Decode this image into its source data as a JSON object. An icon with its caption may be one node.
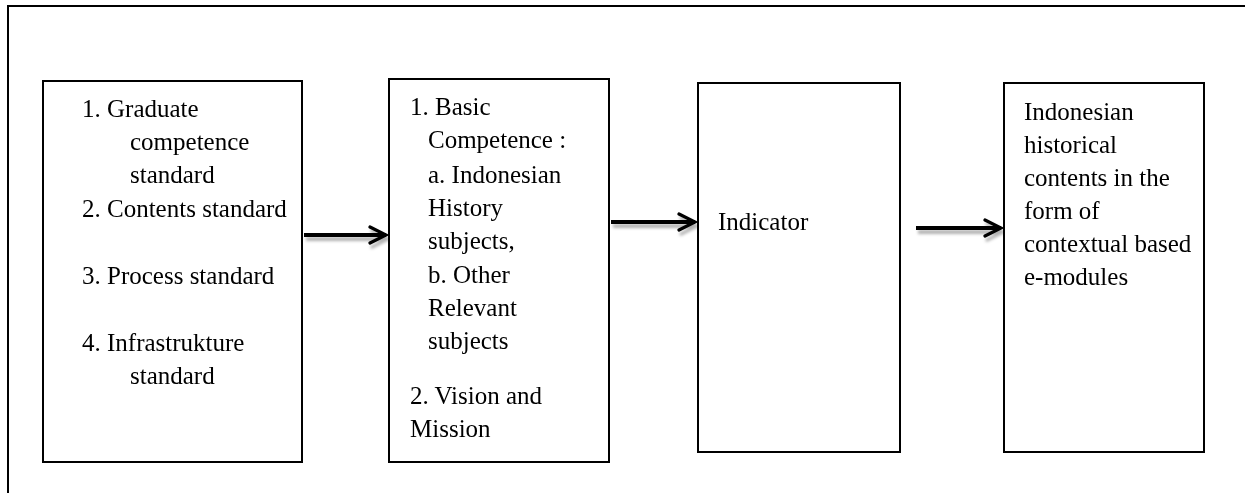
{
  "diagram": {
    "nodes": [
      {
        "text": [
          "1. Graduate competence standard",
          "2. Contents standard",
          "3. Process standard",
          "4. Infrastrukture standard"
        ]
      },
      {
        "text": [
          "1. Basic Competence :",
          "a. Indonesian History subjects,",
          "b. Other Relevant subjects",
          "2. Vision and Mission"
        ]
      },
      {
        "text": [
          "Indicator"
        ]
      },
      {
        "text": [
          "Indonesian historical contents in the form of contextual based e-modules"
        ]
      }
    ],
    "edges": [
      {
        "from": 0,
        "to": 1,
        "arrow": "to"
      },
      {
        "from": 1,
        "to": 2,
        "arrow": "to"
      },
      {
        "from": 2,
        "to": 3,
        "arrow": "to"
      }
    ]
  }
}
